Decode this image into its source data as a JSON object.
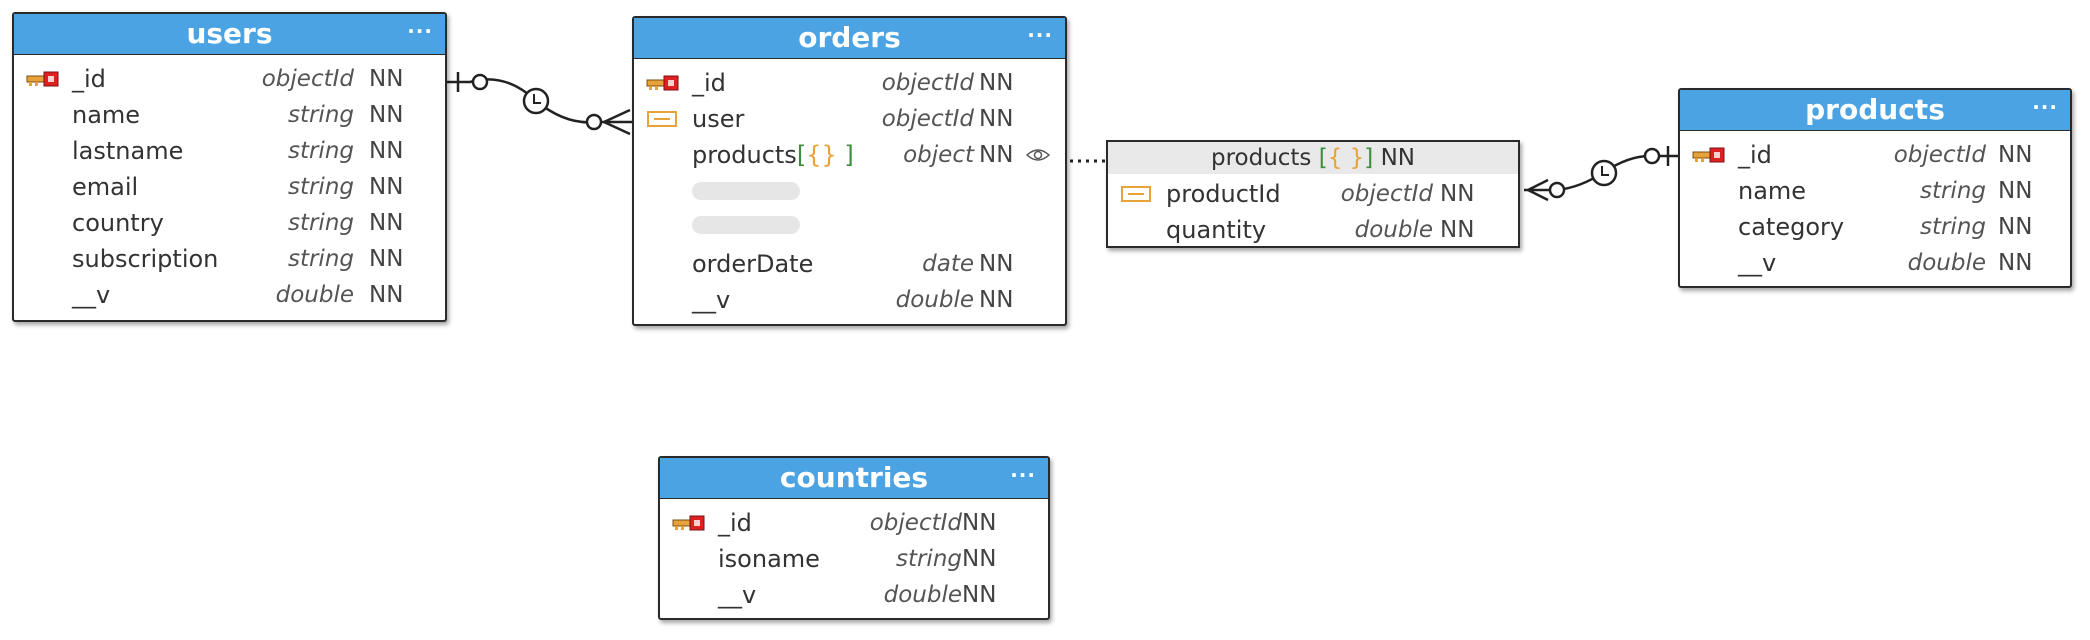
{
  "entities": {
    "users": {
      "title": "users",
      "menu": "···",
      "fields": [
        {
          "name": "_id",
          "type": "objectId",
          "nn": "NN",
          "icon": "primary-key-icon"
        },
        {
          "name": "name",
          "type": "string",
          "nn": "NN"
        },
        {
          "name": "lastname",
          "type": "string",
          "nn": "NN"
        },
        {
          "name": "email",
          "type": "string",
          "nn": "NN"
        },
        {
          "name": "country",
          "type": "string",
          "nn": "NN"
        },
        {
          "name": "subscription",
          "type": "string",
          "nn": "NN"
        },
        {
          "name": "__v",
          "type": "double",
          "nn": "NN"
        }
      ]
    },
    "orders": {
      "title": "orders",
      "menu": "···",
      "fields": [
        {
          "name": "_id",
          "type": "objectId",
          "nn": "NN",
          "icon": "primary-key-icon"
        },
        {
          "name": "user",
          "type": "objectId",
          "nn": "NN",
          "icon": "foreign-key-icon"
        },
        {
          "name": "products",
          "brace_open": "[{}",
          "brace_close": " ]",
          "type": "object",
          "nn": "NN",
          "icon": "eye-icon"
        },
        {
          "name": "orderDate",
          "type": "date",
          "nn": "NN"
        },
        {
          "name": "__v",
          "type": "double",
          "nn": "NN"
        }
      ]
    },
    "products": {
      "title": "products",
      "menu": "···",
      "fields": [
        {
          "name": "_id",
          "type": "objectId",
          "nn": "NN",
          "icon": "primary-key-icon"
        },
        {
          "name": "name",
          "type": "string",
          "nn": "NN"
        },
        {
          "name": "category",
          "type": "string",
          "nn": "NN"
        },
        {
          "name": "__v",
          "type": "double",
          "nn": "NN"
        }
      ]
    },
    "countries": {
      "title": "countries",
      "menu": "···",
      "fields": [
        {
          "name": "_id",
          "type": "objectId",
          "nn": "NN",
          "icon": "primary-key-icon"
        },
        {
          "name": "isoname",
          "type": "string",
          "nn": "NN"
        },
        {
          "name": "__v",
          "type": "double",
          "nn": "NN"
        }
      ]
    }
  },
  "subdocument": {
    "title": "products",
    "brace_open": "[",
    "brace_inner": "{ }",
    "brace_close": "]",
    "nn": "NN",
    "fields": [
      {
        "name": "productId",
        "type": "objectId",
        "nn": "NN",
        "icon": "foreign-key-icon"
      },
      {
        "name": "quantity",
        "type": "double",
        "nn": "NN"
      }
    ]
  },
  "colors": {
    "header": "#4ba3e3",
    "key_gold": "#e7a23a",
    "key_red": "#e02020",
    "brace_green": "#3c8f3c",
    "line": "#222222"
  }
}
